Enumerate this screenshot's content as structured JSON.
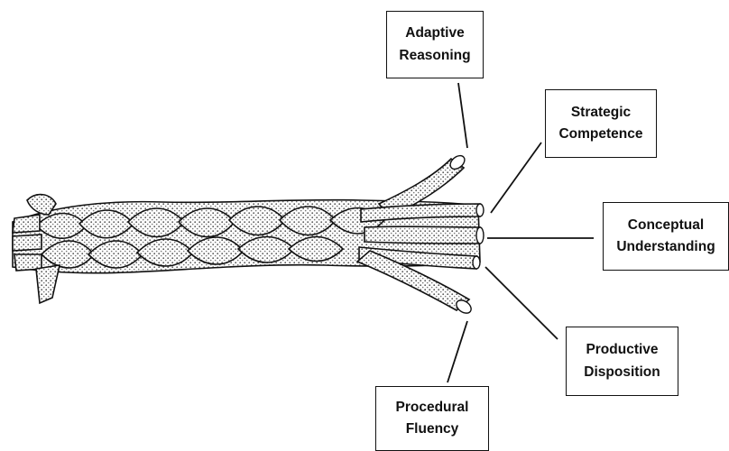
{
  "labels": {
    "adaptive_reasoning": "Adaptive\nReasoning",
    "strategic_competence": "Strategic\nCompetence",
    "conceptual_understanding": "Conceptual\nUnderstanding",
    "productive_disposition": "Productive\nDisposition",
    "procedural_fluency": "Procedural\nFluency"
  },
  "colors": {
    "ink": "#111111",
    "strand_fill": "#bdbdbd",
    "background": "#ffffff"
  }
}
